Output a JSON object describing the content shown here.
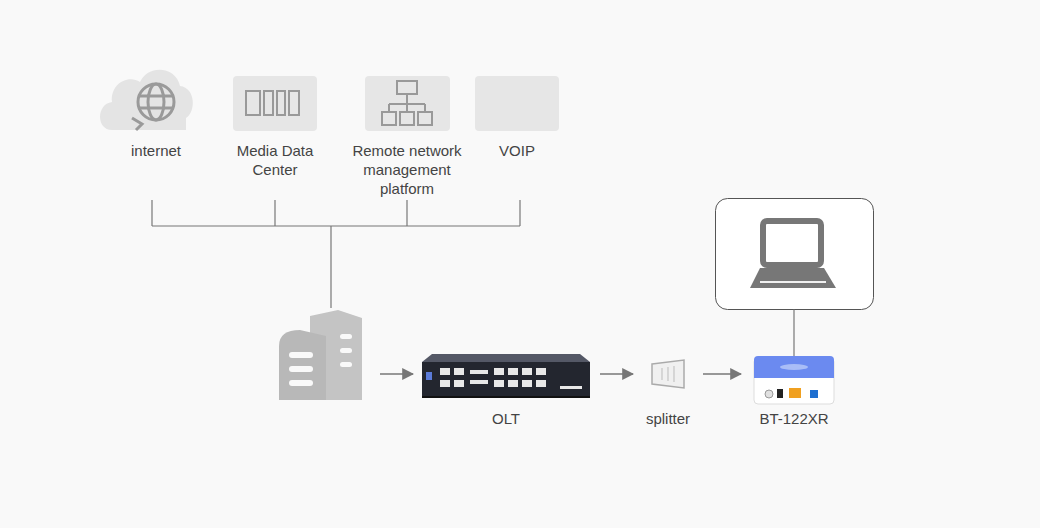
{
  "diagram": {
    "nodes": [
      {
        "text": [
          "internet"
        ]
      },
      {
        "text": [
          "Media Data Center"
        ]
      },
      {
        "text": [
          "Remote network management platform"
        ]
      },
      {
        "text": [
          "VOIP"
        ]
      },
      {
        "text": [
          "OLT"
        ]
      },
      {
        "text": [
          "splitter"
        ]
      },
      {
        "text": [
          "BT-122XR"
        ]
      }
    ],
    "edges": [
      {
        "from": 4,
        "to": 5,
        "arrow": "to"
      },
      {
        "from": 5,
        "to": 6,
        "arrow": "to"
      }
    ]
  }
}
